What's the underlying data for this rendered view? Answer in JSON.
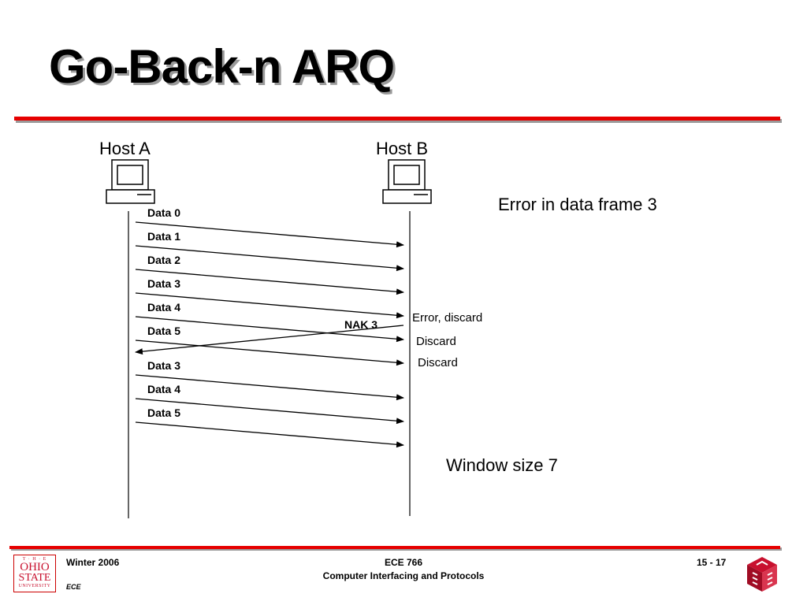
{
  "slide": {
    "title": "Go-Back-n ARQ"
  },
  "hosts": {
    "a_label": "Host A",
    "b_label": "Host B"
  },
  "notes": {
    "error_note": "Error in data frame 3",
    "window_note": "Window size 7"
  },
  "frames": [
    {
      "label": "Data 0"
    },
    {
      "label": "Data 1"
    },
    {
      "label": "Data 2"
    },
    {
      "label": "Data 3"
    },
    {
      "label": "Data 4"
    },
    {
      "label": "Data 5"
    },
    {
      "label": "Data 3"
    },
    {
      "label": "Data 4"
    },
    {
      "label": "Data 5"
    }
  ],
  "nak": {
    "label": "NAK 3"
  },
  "receiver_notes": {
    "error_discard": "Error, discard",
    "discard_1": "Discard",
    "discard_2": "Discard"
  },
  "footer": {
    "term": "Winter 2006",
    "dept": "ECE",
    "course": "ECE 766",
    "course_name": "Computer Interfacing and Protocols",
    "page": "15 - 17",
    "logo_top": "T · H · E",
    "logo_ohio": "OHIO",
    "logo_state": "STATE",
    "logo_univ": "UNIVERSITY"
  },
  "colors": {
    "accent": "#e60000",
    "shadow": "#9a9a9a",
    "logo_red": "#c8102e"
  }
}
